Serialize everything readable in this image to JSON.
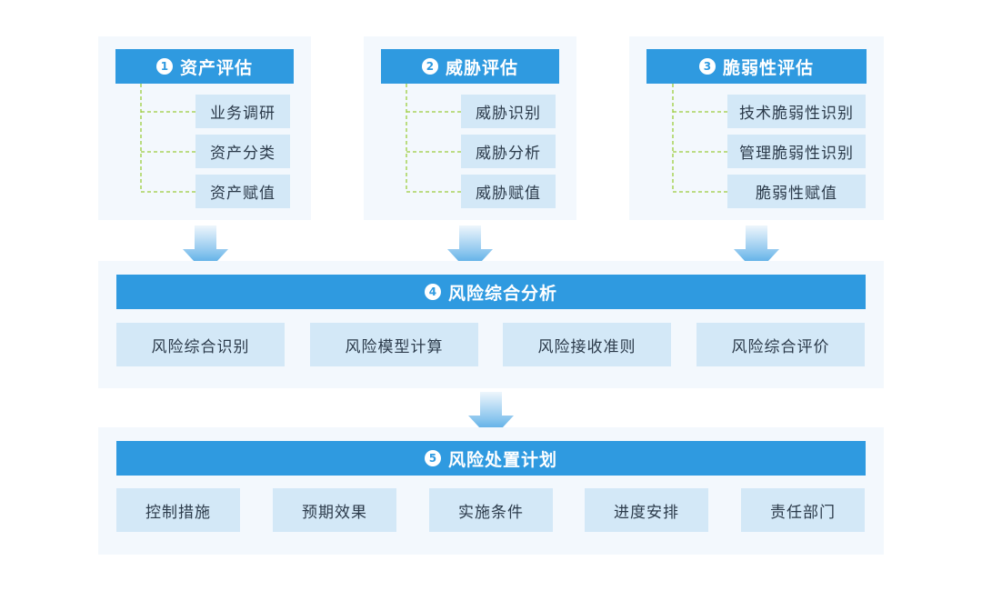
{
  "sections": {
    "asset": {
      "number": "1",
      "title": "资产评估",
      "items": [
        "业务调研",
        "资产分类",
        "资产赋值"
      ]
    },
    "threat": {
      "number": "2",
      "title": "威胁评估",
      "items": [
        "威胁识别",
        "威胁分析",
        "威胁赋值"
      ]
    },
    "vuln": {
      "number": "3",
      "title": "脆弱性评估",
      "items": [
        "技术脆弱性识别",
        "管理脆弱性识别",
        "脆弱性赋值"
      ]
    },
    "risk": {
      "number": "4",
      "title": "风险综合分析",
      "items": [
        "风险综合识别",
        "风险模型计算",
        "风险接收准则",
        "风险综合评价"
      ]
    },
    "plan": {
      "number": "5",
      "title": "风险处置计划",
      "items": [
        "控制措施",
        "预期效果",
        "实施条件",
        "进度安排",
        "责任部门"
      ]
    }
  },
  "colors": {
    "header": "#2f9ae0",
    "item_bg": "#d3e8f7",
    "panel_bg": "#f3f8fd",
    "connector": "#9ccc3c",
    "arrow_top": "#e6f2fb",
    "arrow_bottom": "#2f9ae0"
  }
}
